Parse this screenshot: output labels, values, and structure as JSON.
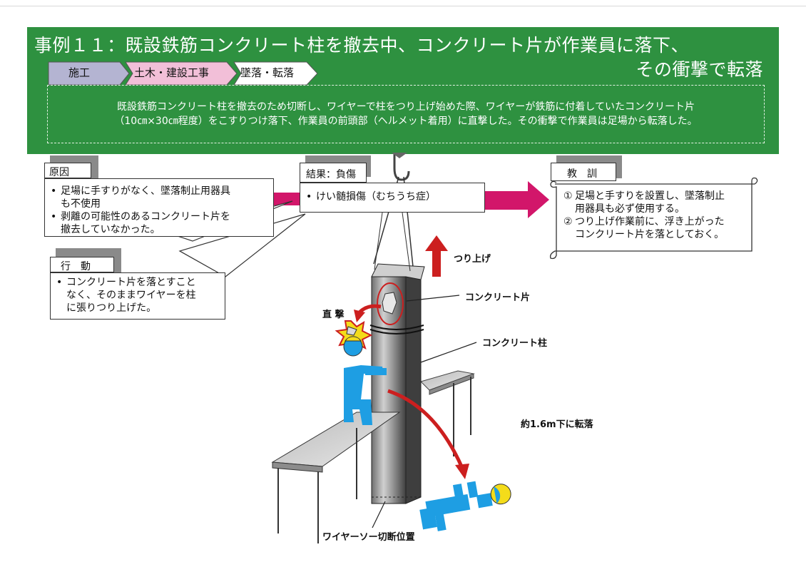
{
  "header": {
    "title_line1": "事例１１：既設鉄筋コンクリート柱を撤去中、コンクリート片が作業員に落下、",
    "title_line2": "その衝撃で転落",
    "tags": [
      "施工",
      "土木・建設工事",
      "墜落・転落"
    ],
    "summary_line1": "既設鉄筋コンクリート柱を撤去のため切断し、ワイヤーで柱をつり上げ始めた際、ワイヤーが鉄筋に付着していたコンクリート片",
    "summary_line2": "（10㎝×30㎝程度）をこすりつけ落下、作業員の前頭部（ヘルメット着用）に直撃した。その衝撃で作業員は足場から転落した。"
  },
  "cause": {
    "label": "原因",
    "items": [
      [
        "足場に手すりがなく、墜落制止用器具",
        "も不使用"
      ],
      [
        "剥離の可能性のあるコンクリート片を",
        "撤去していなかった。"
      ]
    ]
  },
  "action": {
    "label": "行　動",
    "items": [
      [
        "コンクリート片を落とすこと",
        "なく、そのままワイヤーを柱",
        "に張りつり上げた。"
      ]
    ]
  },
  "result": {
    "label": "結果：負傷",
    "items": [
      "けい髄損傷（むちうち症）"
    ]
  },
  "lesson": {
    "label": "教　訓",
    "items": [
      {
        "num": "①",
        "lines": [
          "足場と手すりを設置し、墜落制止",
          "用器具も必ず使用する。"
        ]
      },
      {
        "num": "②",
        "lines": [
          "つり上げ作業前に、浮き上がった",
          "コンクリート片を落としておく。"
        ]
      }
    ]
  },
  "labels": {
    "lift": "つり上げ",
    "fragment": "コンクリート片",
    "impact": "直 撃",
    "column": "コンクリート柱",
    "fall": "約1.6m下に転落",
    "cut": "ワイヤーソー切断位置"
  },
  "colors": {
    "header_bg": "#2e9140",
    "tag_gray": "#b4b4d2",
    "tag_pink": "#f2bfd8",
    "arrow_magenta": "#d2166a",
    "arrow_red": "#cc1f1f",
    "worker_blue": "#1e9ee3",
    "helmet_yellow": "#f4dc1a"
  }
}
